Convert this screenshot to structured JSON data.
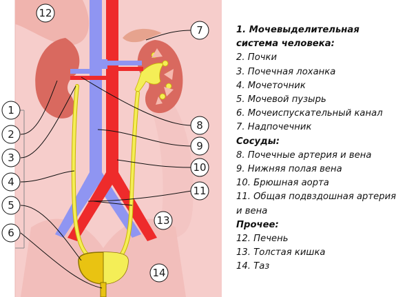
{
  "diagram": {
    "numbers": [
      "1",
      "2",
      "3",
      "4",
      "5",
      "6",
      "7",
      "8",
      "9",
      "10",
      "11",
      "12",
      "13",
      "14"
    ]
  },
  "legend": {
    "system_title": "1. Мочевыделительная система человека:",
    "organs": [
      "2. Почки",
      "3. Почечная лоханка",
      "4. Мочеточник",
      "5. Мочевой пузырь",
      "6. Мочеиспускательный канал",
      "7. Надпочечник"
    ],
    "vessels_title": "Сосуды:",
    "vessels": [
      "8. Почечные артерия и вена",
      "9. Нижняя полая вена",
      "10. Брюшная аорта",
      "11. Общая подвздошная артерия и вена"
    ],
    "other_title": "Прочее:",
    "other": [
      "12. Печень",
      "13. Толстая кишка",
      "14. Таз"
    ]
  },
  "colors": {
    "body_pink": "#f6cdcb",
    "liver_pink": "#f0b4ae",
    "kidney": "#d9695f",
    "artery_red": "#ee2b2b",
    "vein_blue": "#8f95f2",
    "ureter_yellow": "#f4ee57",
    "bladder_yellow": "#e9c312"
  }
}
